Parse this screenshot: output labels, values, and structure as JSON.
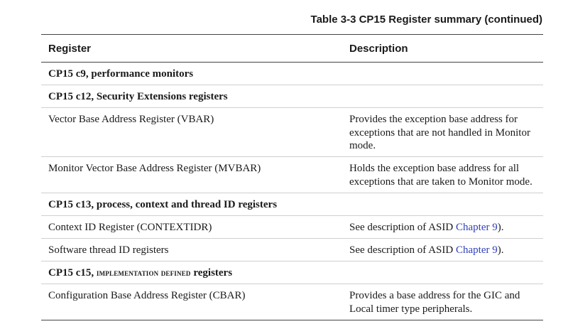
{
  "caption": "Table 3-3 CP15 Register summary (continued)",
  "headers": {
    "register": "Register",
    "description": "Description"
  },
  "rows": [
    {
      "register": "CP15 c9, performance monitors",
      "description": ""
    },
    {
      "register": "CP15 c12, Security Extensions registers",
      "description": ""
    },
    {
      "register": "Vector Base Address Register (VBAR)",
      "description": "Provides the exception base address for exceptions that are not handled in Monitor mode."
    },
    {
      "register": "Monitor Vector Base Address Register (MVBAR)",
      "description": "Holds the exception base address for all exceptions that are taken to Monitor mode."
    },
    {
      "register": "CP15 c13, process, context and thread ID registers",
      "description": ""
    },
    {
      "register": "Context ID Register (CONTEXTIDR)",
      "description_prefix": "See description of ASID ",
      "link": "Chapter 9",
      "description_suffix": ")."
    },
    {
      "register": "Software thread ID registers",
      "description_prefix": "See description of ASID ",
      "link": "Chapter 9",
      "description_suffix": ")."
    },
    {
      "register_prefix": "CP15 c15, ",
      "register_smallcaps": "implementation defined",
      "register_suffix": " registers",
      "description": ""
    },
    {
      "register": "Configuration Base Address Register (CBAR)",
      "description": "Provides a base address for the GIC and Local timer type peripherals."
    }
  ]
}
